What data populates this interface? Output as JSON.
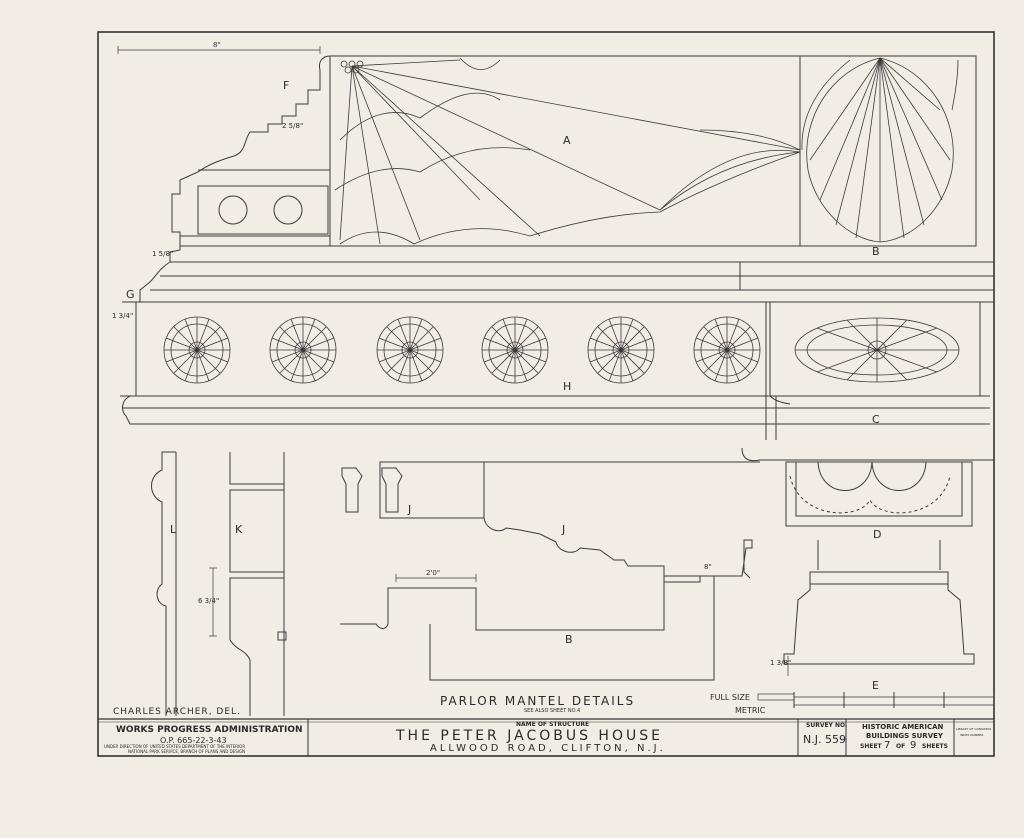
{
  "labels": {
    "A": "A",
    "B_top": "B",
    "C": "C",
    "D": "D",
    "E": "E",
    "F": "F",
    "G": "G",
    "H": "H",
    "J1": "J",
    "J2": "J",
    "K": "K",
    "L": "L",
    "B_bottom": "B"
  },
  "dimensions": {
    "top_width": "8\"",
    "f_step": "2 5/8\"",
    "left_1": "1 5/8\"",
    "left_2": "1 3/4\"",
    "b_width": "2'0\"",
    "j_right": "8\"",
    "k_height": "6 3/4\"",
    "e_height": "1 3/8\""
  },
  "drawing": {
    "title": "PARLOR MANTEL DETAILS",
    "subtitle": "SEE ALSO SHEET NO.4",
    "delineator": "CHARLES ARCHER, DEL.",
    "scale_full_size": "FULL SIZE",
    "scale_metric": "METRIC"
  },
  "title_block": {
    "agency_title": "WORKS PROGRESS ADMINISTRATION",
    "agency_code": "O.P. 665-22-3-43",
    "agency_line1": "UNDER DIRECTION OF UNITED STATES DEPARTMENT OF THE INTERIOR",
    "agency_line2": "NATIONAL PARK SERVICE, BRANCH OF PLANS AND DESIGN",
    "name_header": "NAME OF STRUCTURE",
    "structure_name": "THE PETER JACOBUS HOUSE",
    "address": "ALLWOOD ROAD, CLIFTON, N.J.",
    "survey_header": "SURVEY NO.",
    "survey_no": "N.J. 559",
    "habs_line1": "HISTORIC AMERICAN",
    "habs_line2": "BUILDINGS SURVEY",
    "sheet_word": "SHEET",
    "sheet_no": "7",
    "of_word": "OF",
    "sheet_total": "9",
    "sheets_word": "SHEETS",
    "library_line1": "LIBRARY OF CONGRESS",
    "library_line2": "INDEX NUMBER"
  },
  "colors": {
    "paper": "#f1ede5",
    "ink": "#2a2a2a"
  }
}
